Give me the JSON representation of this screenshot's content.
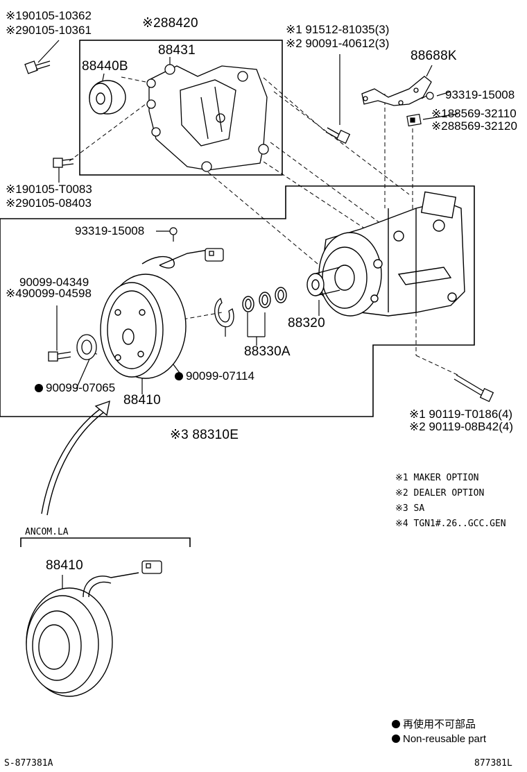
{
  "parts": {
    "p_190105_10362": "※190105-10362",
    "p_290105_10361": "※290105-10361",
    "p_88420": "※288420",
    "p_88431": "88431",
    "p_88440B": "88440B",
    "p_91512": "※1 91512-81035(3)",
    "p_90091": "※2 90091-40612(3)",
    "p_88688K": "88688K",
    "p_93319_top": "93319-15008",
    "p_188569": "※188569-32110",
    "p_288569": "※288569-32120",
    "p_190105_T0083": "※190105-T0083",
    "p_290105_08403": "※290105-08403",
    "p_93319_mid": "93319-15008",
    "p_90099_04349": "90099-04349",
    "p_490099_04598": "※490099-04598",
    "p_88320": "88320",
    "p_88330A": "88330A",
    "p_90099_07065": "90099-07065",
    "p_90099_07114": "90099-07114",
    "p_88410": "88410",
    "p_88310E": "※3 88310E",
    "p_190119": "※1 90119-T0186(4)",
    "p_290119": "※2 90119-08B42(4)",
    "p_ancom": "ANCOM.LA",
    "p_88410_b": "88410"
  },
  "notes": [
    "※1 MAKER OPTION",
    "※2 DEALER OPTION",
    "※3 SA",
    "※4 TGN1#.26..GCC.GEN"
  ],
  "legend": {
    "jp": "再使用不可部品",
    "en": "Non-reusable part"
  },
  "footer": {
    "left": "S-877381A",
    "right": "877381L"
  }
}
